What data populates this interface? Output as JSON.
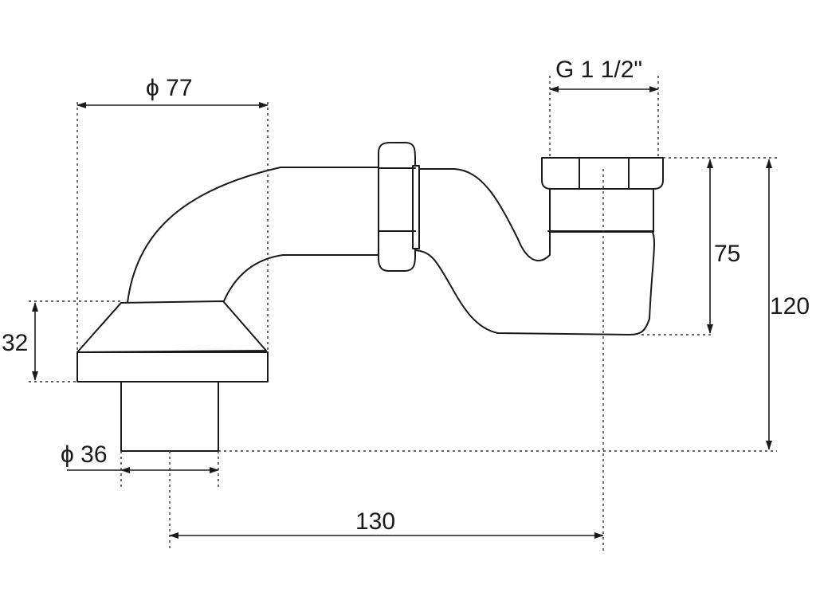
{
  "labels": {
    "outlet_diameter": "ϕ 77",
    "pipe_diameter": "ϕ 36",
    "thread_size": "G 1 1/2\"",
    "outlet_height": "32",
    "trap_height": "75",
    "total_height": "120",
    "horizontal_offset": "130"
  },
  "colors": {
    "line": "#1a1a1a",
    "background": "#ffffff"
  }
}
